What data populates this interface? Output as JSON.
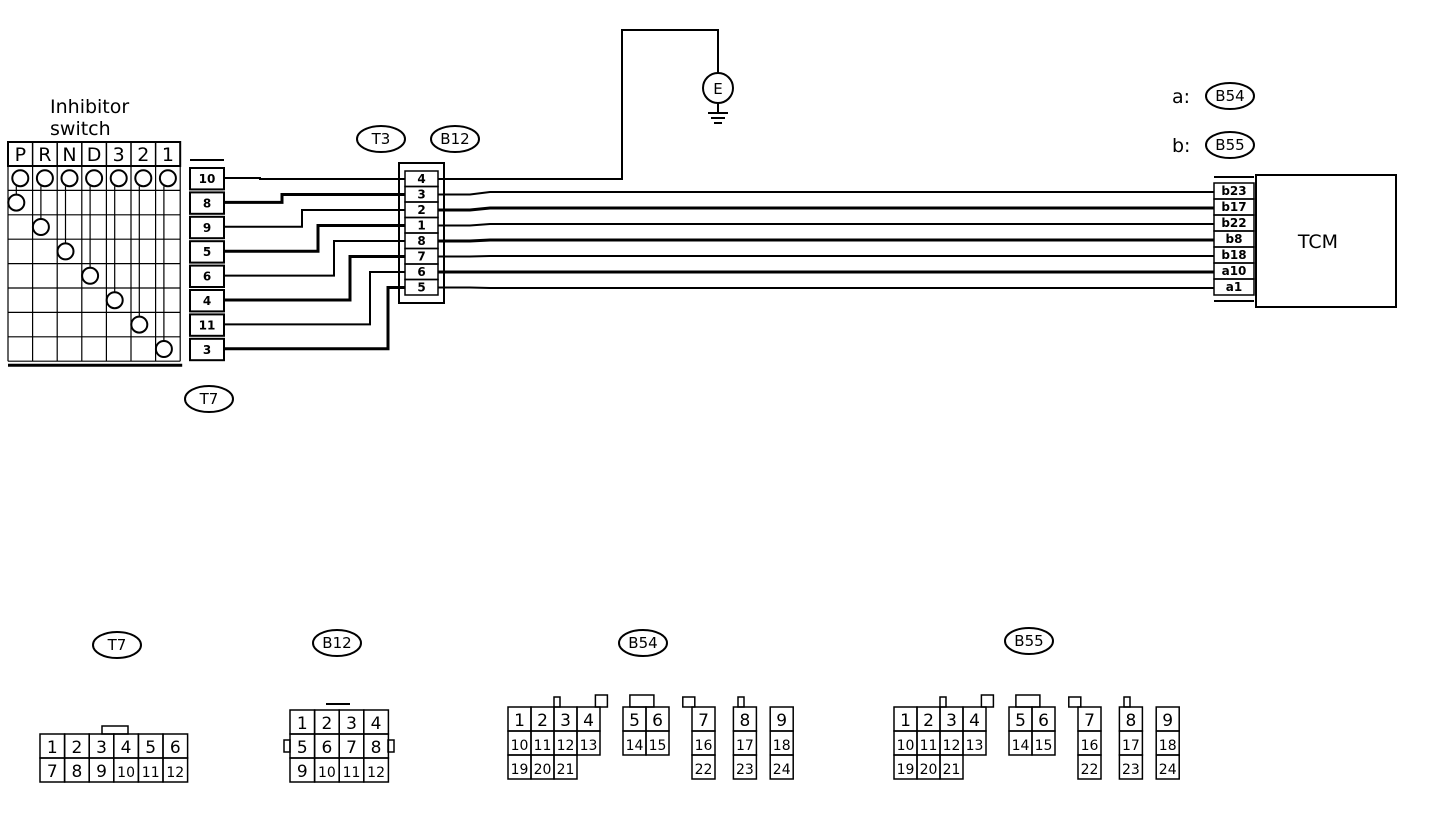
{
  "inhibitor_switch": {
    "title_line1": "Inhibitor",
    "title_line2": "switch",
    "positions": [
      "P",
      "R",
      "N",
      "D",
      "3",
      "2",
      "1"
    ],
    "connector_id": "T7",
    "pins": [
      "10",
      "8",
      "9",
      "5",
      "6",
      "4",
      "11",
      "3"
    ]
  },
  "relay_connectors": {
    "left_id": "T3",
    "right_id": "B12"
  },
  "b12_pins": [
    "4",
    "3",
    "2",
    "1",
    "8",
    "7",
    "6",
    "5"
  ],
  "ground": {
    "label": "E"
  },
  "legend": {
    "a_prefix": "a:",
    "a_id": "B54",
    "b_prefix": "b:",
    "b_id": "B55"
  },
  "tcm": {
    "label": "TCM",
    "pins": [
      "b23",
      "b17",
      "b22",
      "b8",
      "b18",
      "a10",
      "a1"
    ]
  },
  "bottom_connectors": {
    "t7": {
      "id": "T7",
      "row1": [
        "1",
        "2",
        "3",
        "4",
        "5",
        "6"
      ],
      "row2": [
        "7",
        "8",
        "9",
        "10",
        "11",
        "12"
      ]
    },
    "b12": {
      "id": "B12",
      "row1": [
        "1",
        "2",
        "3",
        "4"
      ],
      "row2": [
        "5",
        "6",
        "7",
        "8"
      ],
      "row3": [
        "9",
        "10",
        "11",
        "12"
      ]
    },
    "b54": {
      "id": "B54",
      "row1": [
        "1",
        "2",
        "3",
        "4",
        "5",
        "6",
        "7",
        "8",
        "9"
      ],
      "row2": [
        "10",
        "11",
        "12",
        "13",
        "14",
        "15",
        "16",
        "17",
        "18"
      ],
      "row3": [
        "19",
        "20",
        "21",
        "22",
        "23",
        "24"
      ]
    },
    "b55": {
      "id": "B55",
      "row1": [
        "1",
        "2",
        "3",
        "4",
        "5",
        "6",
        "7",
        "8",
        "9"
      ],
      "row2": [
        "10",
        "11",
        "12",
        "13",
        "14",
        "15",
        "16",
        "17",
        "18"
      ],
      "row3": [
        "19",
        "20",
        "21",
        "22",
        "23",
        "24"
      ]
    }
  }
}
